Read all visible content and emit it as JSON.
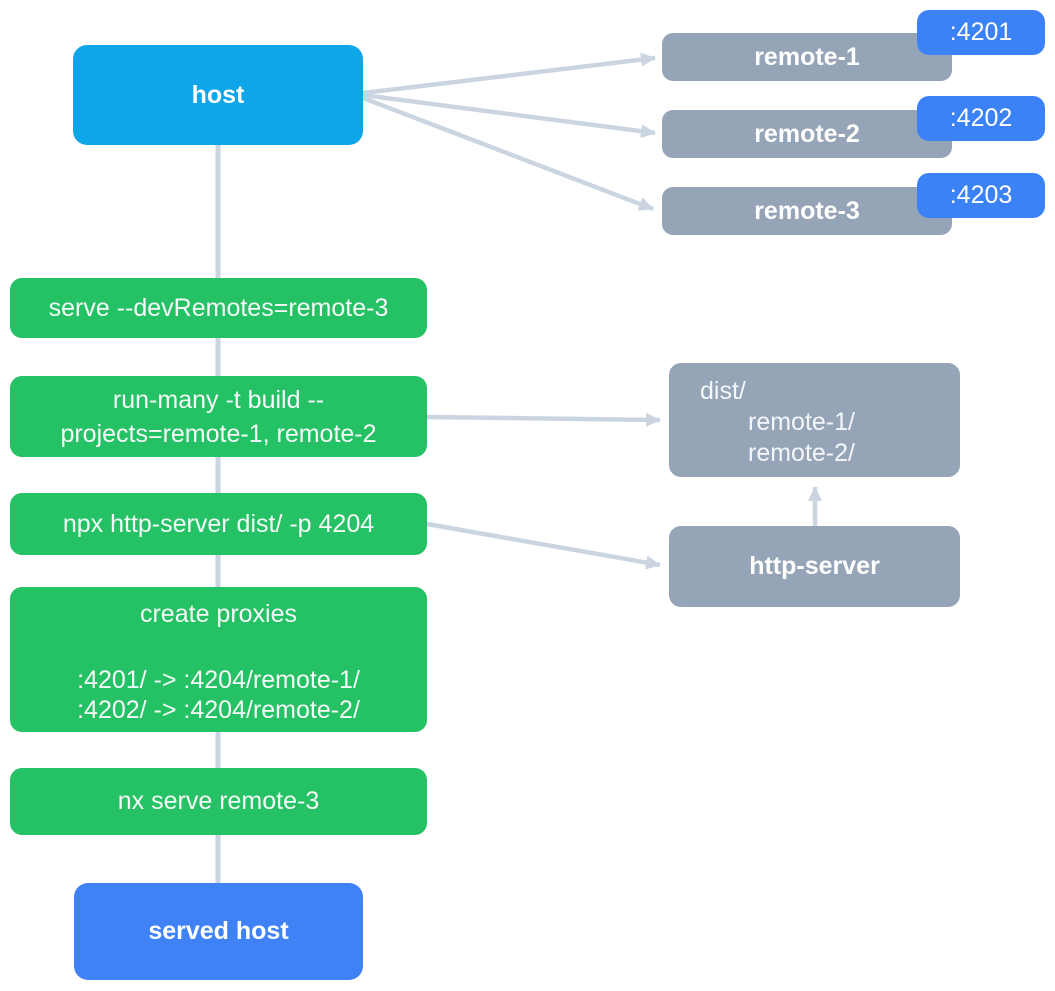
{
  "host": {
    "label": "host"
  },
  "remotes": [
    {
      "label": "remote-1",
      "port": ":4201"
    },
    {
      "label": "remote-2",
      "port": ":4202"
    },
    {
      "label": "remote-3",
      "port": ":4203"
    }
  ],
  "commands": {
    "serve": "serve --devRemotes=remote-3",
    "run_many_line1": "run-many -t build --",
    "run_many_line2": "projects=remote-1, remote-2",
    "http_server": "npx http-server dist/ -p 4204",
    "proxies_title": "create proxies",
    "proxy1": ":4201/ -> :4204/remote-1/",
    "proxy2": ":4202/ -> :4204/remote-2/",
    "nx_serve": "nx serve remote-3"
  },
  "dist": {
    "title": "dist/",
    "entry1": "remote-1/",
    "entry2": "remote-2/"
  },
  "http_server_node": {
    "label": "http-server"
  },
  "served_host": {
    "label": "served host"
  },
  "colors": {
    "host": "#0ea5e9",
    "remote": "#96a4b8",
    "badge": "#3b82f6",
    "command": "#24c264",
    "served": "#3f82f6",
    "arrow": "#cbd5e1"
  }
}
